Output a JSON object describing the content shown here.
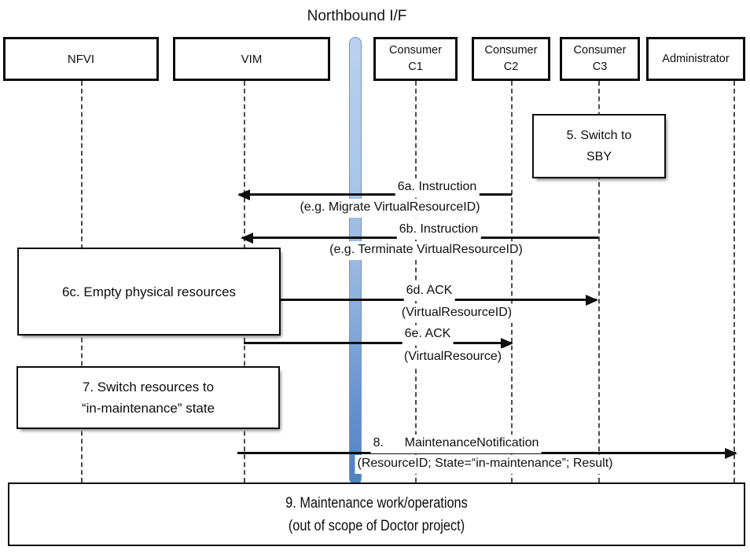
{
  "title": "Northbound I/F",
  "colors": {
    "bar_top": "#bad1ef",
    "bar_bottom": "#4f81bd",
    "bar_border": "#6b97cd",
    "line": "#0f0f0f"
  },
  "actors": {
    "nfvi": {
      "label": "NFVI"
    },
    "vim": {
      "label": "VIM"
    },
    "c1": {
      "line1": "Consumer",
      "line2": "C1"
    },
    "c2": {
      "line1": "Consumer",
      "line2": "C2"
    },
    "c3": {
      "line1": "Consumer",
      "line2": "C3"
    },
    "admin": {
      "label": "Administrator"
    }
  },
  "notes": {
    "n5": {
      "line1": "5. Switch to",
      "line2": "SBY"
    },
    "n6c": {
      "line1": "6c. Empty physical resources"
    },
    "n7": {
      "line1": "7. Switch resources to",
      "line2": "“in-maintenance” state"
    },
    "n9": {
      "line1": "9. Maintenance work/operations",
      "line2": "(out of scope of Doctor project)"
    }
  },
  "messages": {
    "m6a": {
      "label": "6a. Instruction",
      "detail": "(e.g. Migrate VirtualResourceID)"
    },
    "m6b": {
      "label": "6b. Instruction",
      "detail": "(e.g. Terminate VirtualResourceID)"
    },
    "m6d": {
      "label": "6d. ACK",
      "detail": "(VirtualResourceID)"
    },
    "m6e": {
      "label": "6e. ACK",
      "detail": "(VirtualResource)"
    },
    "m8": {
      "label": "8.      MaintenanceNotification",
      "detail": "(ResourceID; State=“in-maintenance”; Result)"
    }
  }
}
